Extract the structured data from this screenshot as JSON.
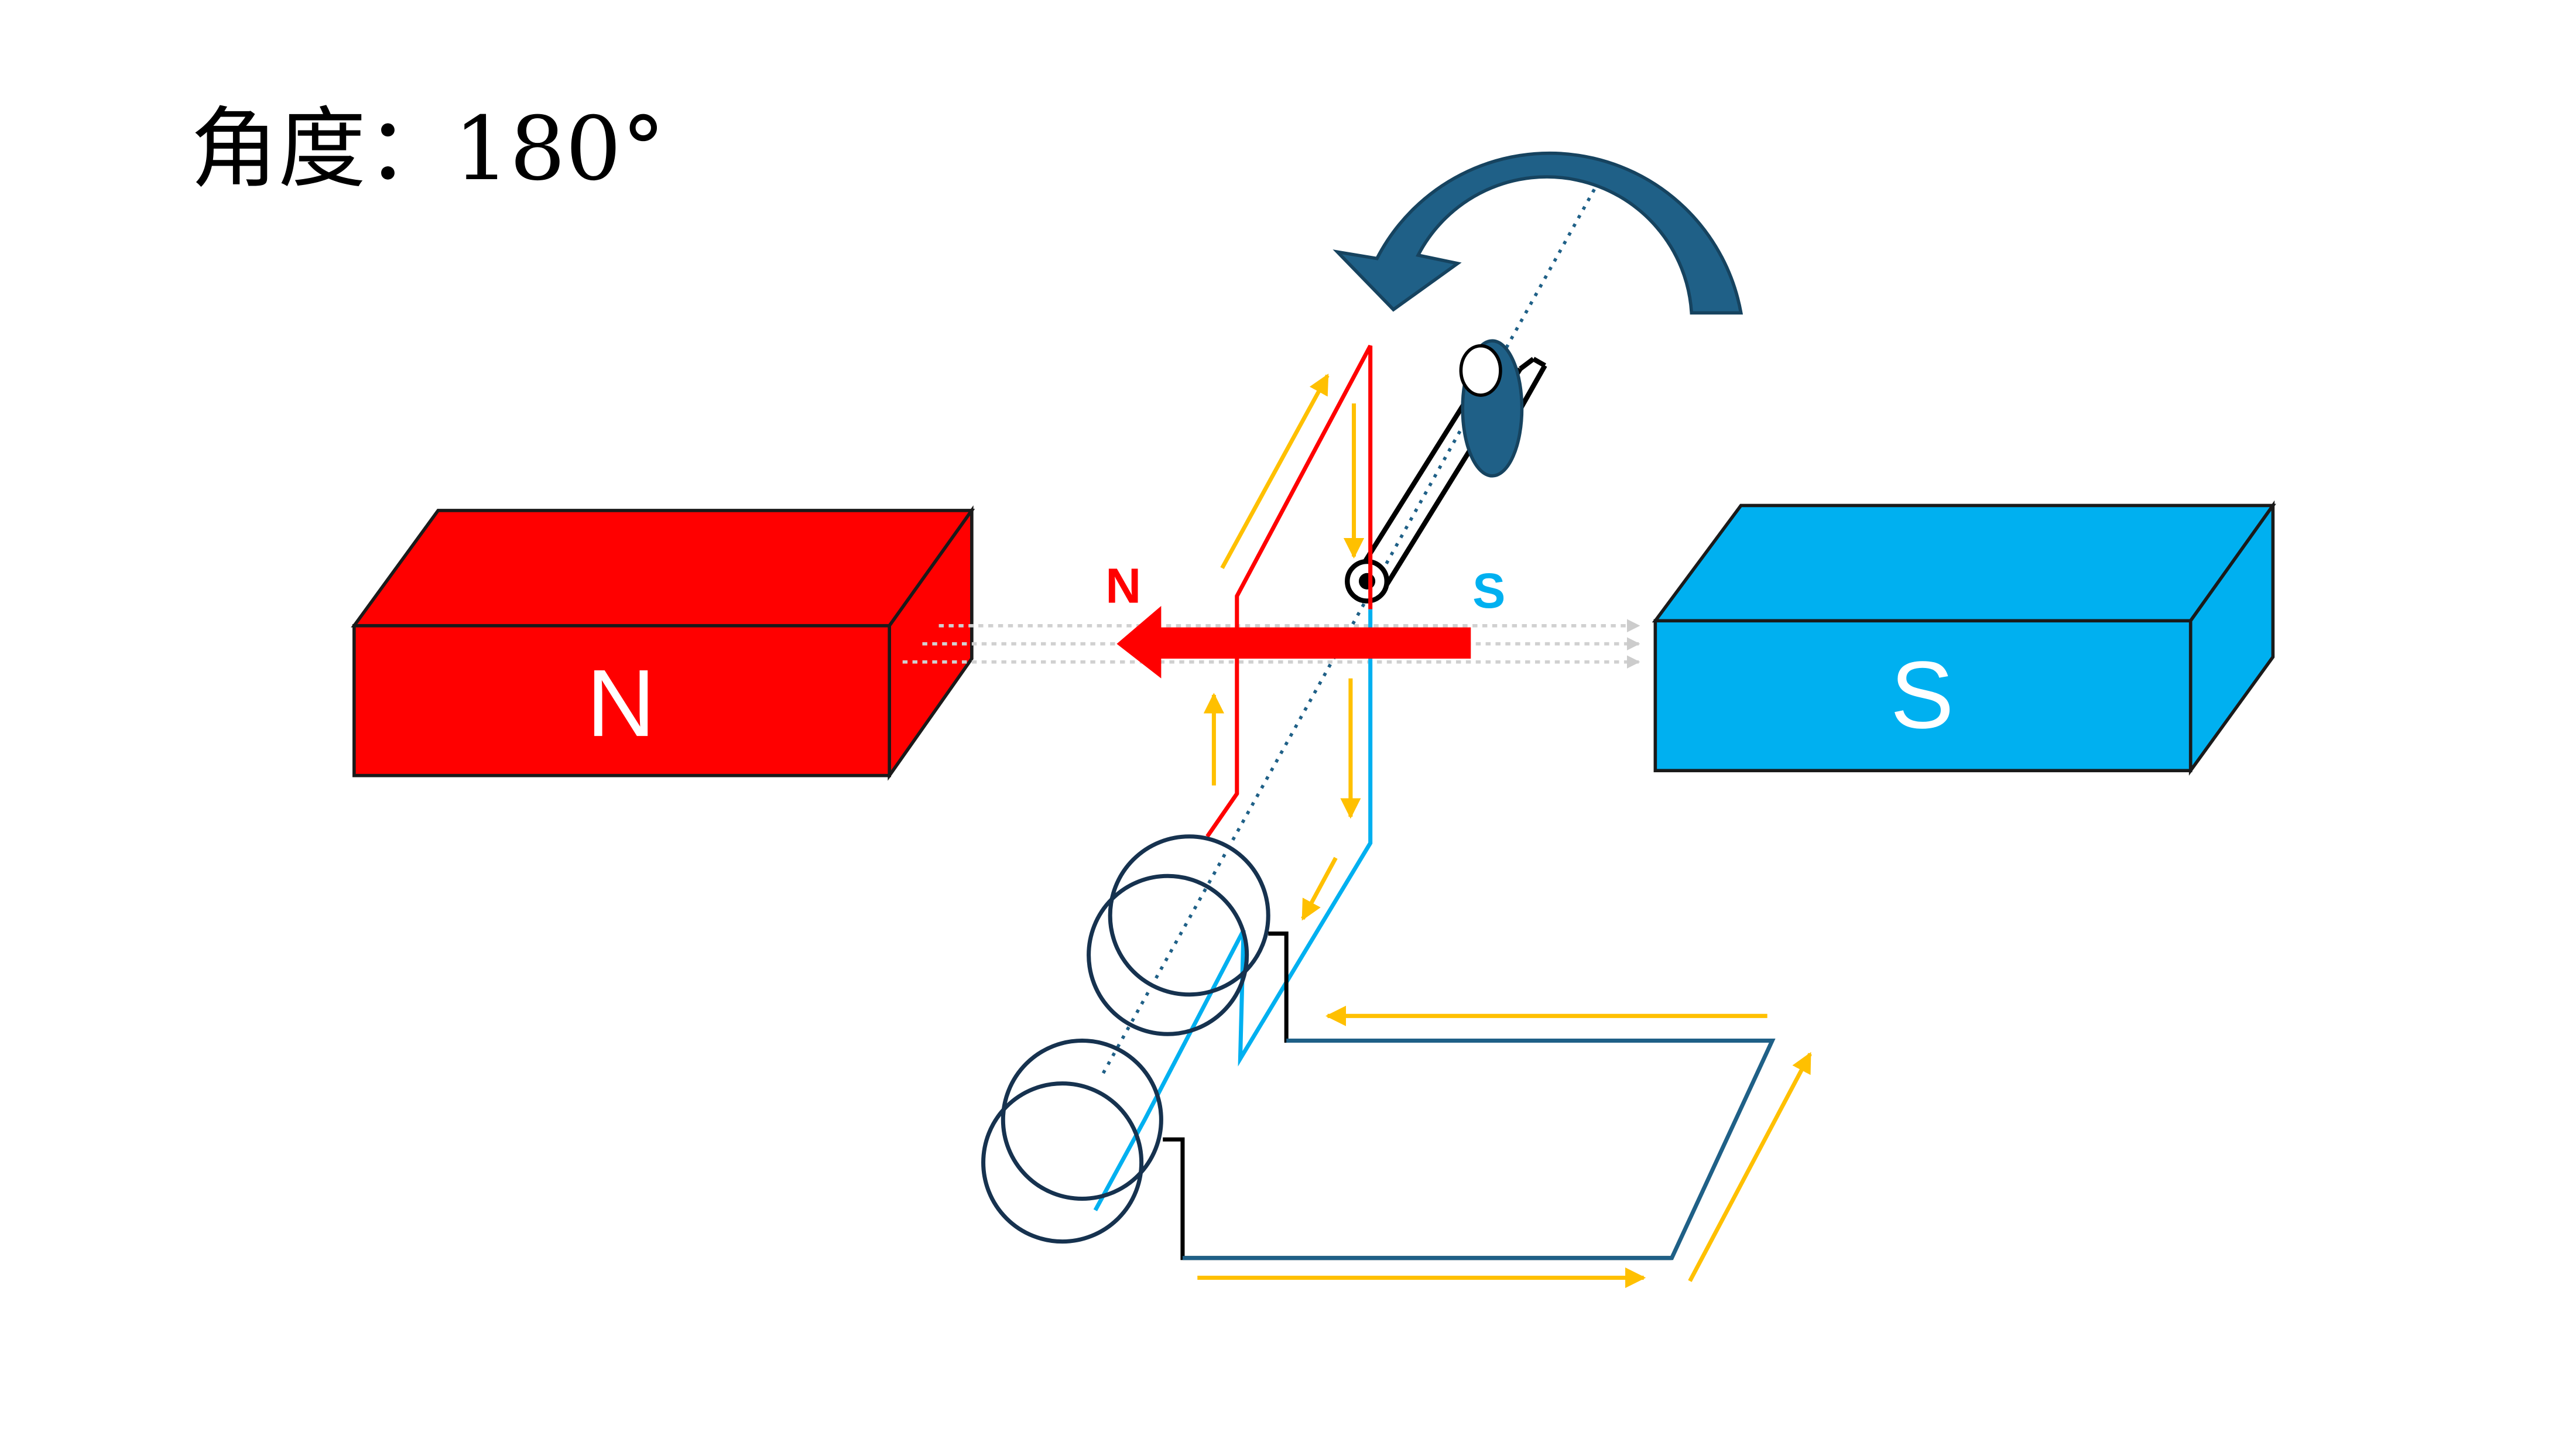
{
  "angle": {
    "label": "角度：180°",
    "value_degrees": 180
  },
  "magnets": {
    "north": {
      "label": "N",
      "color": "#ff0000"
    },
    "south": {
      "label": "S",
      "color": "#00b0f0"
    }
  },
  "coil_field": {
    "north_label": "N",
    "south_label": "S",
    "north_color": "#ff0000",
    "south_color": "#00b0f0",
    "arrow_color": "#ff0000"
  },
  "colors": {
    "current_arrow": "#ffc000",
    "rotation_arrow": "#1f6087",
    "field_lines": "#d0d0d0",
    "circuit_wire": "#1f6087"
  },
  "icons": {
    "rotation": "counterclockwise-curved-arrow",
    "crank": "crank-handle",
    "current": "current-direction-arrows"
  }
}
